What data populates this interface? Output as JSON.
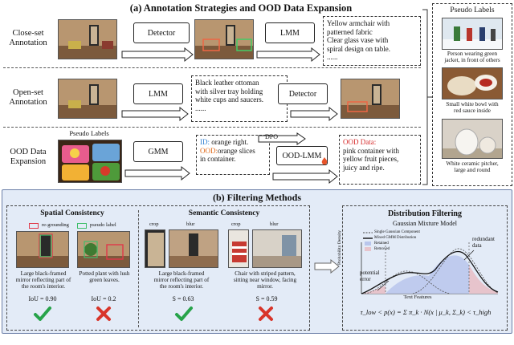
{
  "section_a": {
    "title": "(a) Annotation Strategies and OOD Data Expansion",
    "rows": [
      {
        "label": "Close-set\nAnnotation",
        "box1": "Detector",
        "box2": "LMM",
        "text": "Yellow armchair with\npatterned fabric\nClear glass vase with\nspiral design on table.\n......"
      },
      {
        "label": "Open-set\nAnnotation",
        "box1": "LMM",
        "box2": "Detector",
        "text": "Black leather ottoman\nwith silver tray holding\nwhite cups and saucers.\n......"
      },
      {
        "label": "OOD Data\nExpansion",
        "pseudo": "Pseudo Labels",
        "box1": "GMM",
        "box2": "OOD-LMM",
        "dpo": "DPO",
        "id_key": "ID:",
        "id_val": " orange right.",
        "ood_key": "OOD:",
        "ood_val": "orange slices\nin container.",
        "ood_data_key": "OOD Data:",
        "ood_data_val": "pink container with\nyellow fruit pieces,\njuicy and ripe."
      }
    ],
    "side": {
      "title": "Pseudo Labels",
      "captions": [
        "Person wearing green\njacket, in front of others",
        "Small white bowl with\nred sauce inside",
        "White ceramic pitcher,\nlarge and round"
      ]
    }
  },
  "section_b": {
    "title": "(b) Filtering Methods",
    "spatial": {
      "title": "Spatial Consistency",
      "legend_re": "re-grounding",
      "legend_pseudo": "pseudo label",
      "cap1": "Large black-framed\nmirror reflecting part of\nthe room's interior.",
      "cap2": "Potted plant with lush\ngreen leaves.",
      "score1": "IoU = 0.90",
      "score2": "IoU = 0.2"
    },
    "semantic": {
      "title": "Semantic Consistency",
      "crop": "crop",
      "blur": "blur",
      "cap1": "Large black-framed\nmirror reflecting part of\nthe room's interior.",
      "cap2": "Chair with striped pattern,\nsitting near window, facing\nmirror.",
      "score1": "S = 0.63",
      "score2": "S = 0.59"
    },
    "distribution": {
      "title": "Distribution Filtering",
      "subtitle": "Gaussian Mixture Model",
      "legend": [
        "Single Gaussian Component",
        "Mixed GMM Distribution",
        "Retained",
        "Removed"
      ],
      "ylabel": "Probability Density",
      "xlabel": "Text Features",
      "redundant": "redundant\ndata",
      "error": "potential\nerror",
      "formula_left": "τ",
      "formula": "τ_low < p(x) = Σ π_k · N(x | μ_k, Σ_k) < τ_high"
    }
  },
  "colors": {
    "panel_b": "#e3ebf7",
    "check": "#27a34a",
    "cross": "#d8352a",
    "regrounding": "#e0394a",
    "pseudo": "#3fbf6b"
  }
}
